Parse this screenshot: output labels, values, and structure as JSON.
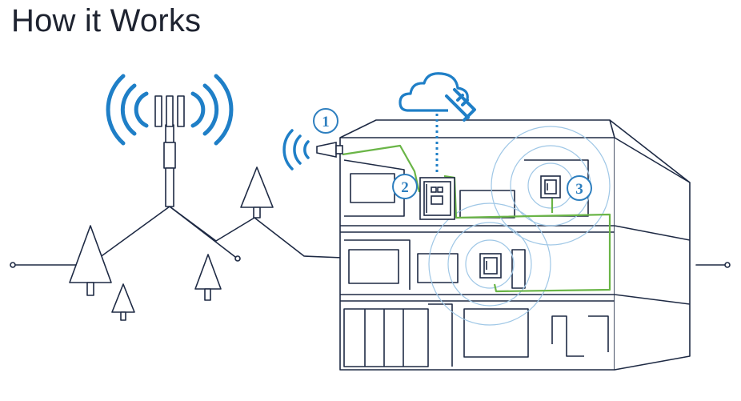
{
  "title": "How it Works",
  "steps": [
    {
      "number": "1"
    },
    {
      "number": "2"
    },
    {
      "number": "3"
    }
  ],
  "colors": {
    "signal_blue": "#1f7fc7",
    "cable_green": "#6ab547",
    "line_navy": "#1e2a44"
  },
  "icons": [
    "cell-tower-icon",
    "cloud-icon",
    "satellite-dish-icon",
    "outdoor-antenna-icon",
    "booster-unit-icon",
    "indoor-antenna-icon"
  ]
}
